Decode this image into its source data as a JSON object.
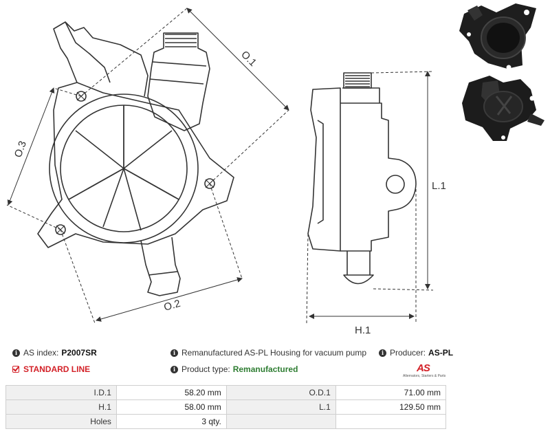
{
  "drawing": {
    "dim_od1": "O.1",
    "dim_od2": "O.2",
    "dim_od3": "O.3",
    "dim_h1": "H.1",
    "dim_l1": "L.1"
  },
  "product": {
    "index_label": "AS index:",
    "index_value": "P2007SR",
    "description": "Remanufactured AS-PL Housing for vacuum pump",
    "producer_label": "Producer:",
    "producer_value": "AS-PL",
    "line_label": "STANDARD LINE",
    "type_label": "Product type:",
    "type_value": "Remanufactured",
    "logo_text": "AS",
    "logo_tagline": "Alternators, Starters & Parts"
  },
  "specs": [
    [
      "I.D.1",
      "58.20 mm",
      "O.D.1",
      "71.00 mm"
    ],
    [
      "H.1",
      "58.00 mm",
      "L.1",
      "129.50 mm"
    ],
    [
      "Holes",
      "3 qty.",
      "",
      ""
    ]
  ],
  "colors": {
    "accent_red": "#d32027",
    "value_green": "#2e7d32",
    "line": "#333333",
    "table_key_bg": "#f0f0f0"
  }
}
